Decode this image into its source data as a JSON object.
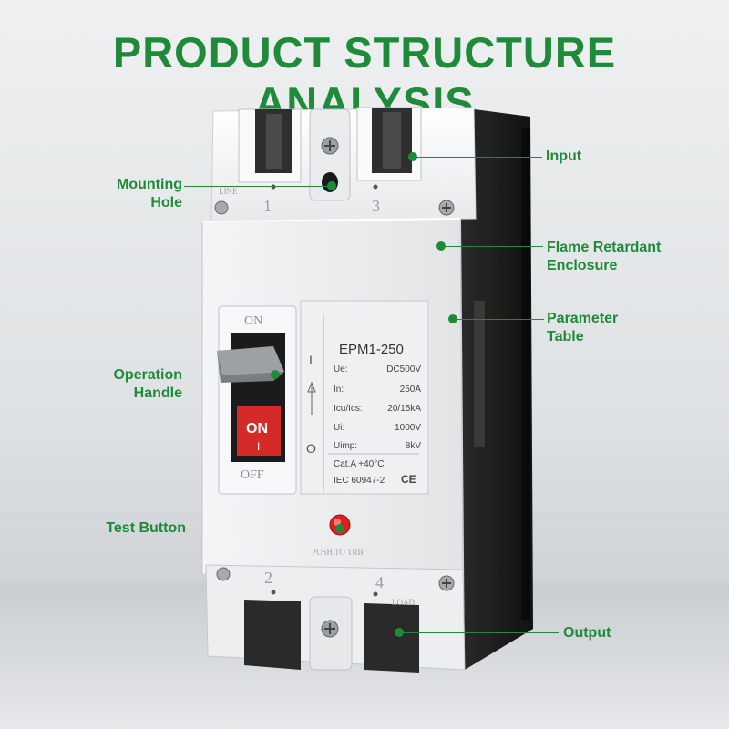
{
  "title": "PRODUCT STRUCTURE ANALYSIS",
  "accent_color": "#1f8a3a",
  "callouts": {
    "input": "Input",
    "mounting_hole_1": "Mounting",
    "mounting_hole_2": "Hole",
    "flame_1": "Flame Retardant",
    "flame_2": "Enclosure",
    "param_1": "Parameter",
    "param_2": "Table",
    "handle_1": "Operation",
    "handle_2": "Handle",
    "test_button": "Test Button",
    "output": "Output"
  },
  "device": {
    "line_label": "LINE",
    "load_label": "LOAD",
    "terminal_1": "1",
    "terminal_3": "3",
    "terminal_2": "2",
    "terminal_4": "4",
    "switch_on": "ON",
    "switch_off": "OFF",
    "handle_on": "ON",
    "handle_i": "I",
    "push_to_trip": "PUSH TO TRIP",
    "model": "EPM1-250",
    "symbol_i": "I",
    "symbol_o": "O",
    "specs": [
      {
        "key": "Ue:",
        "value": "DC500V"
      },
      {
        "key": "In:",
        "value": "250A"
      },
      {
        "key": "Icu/Ics:",
        "value": "20/15kA"
      },
      {
        "key": "Ui:",
        "value": "1000V"
      },
      {
        "key": "Uimp:",
        "value": "8kV"
      }
    ],
    "category": "Cat.A +40°C",
    "standard": "IEC 60947-2",
    "ce_mark": "CE"
  }
}
